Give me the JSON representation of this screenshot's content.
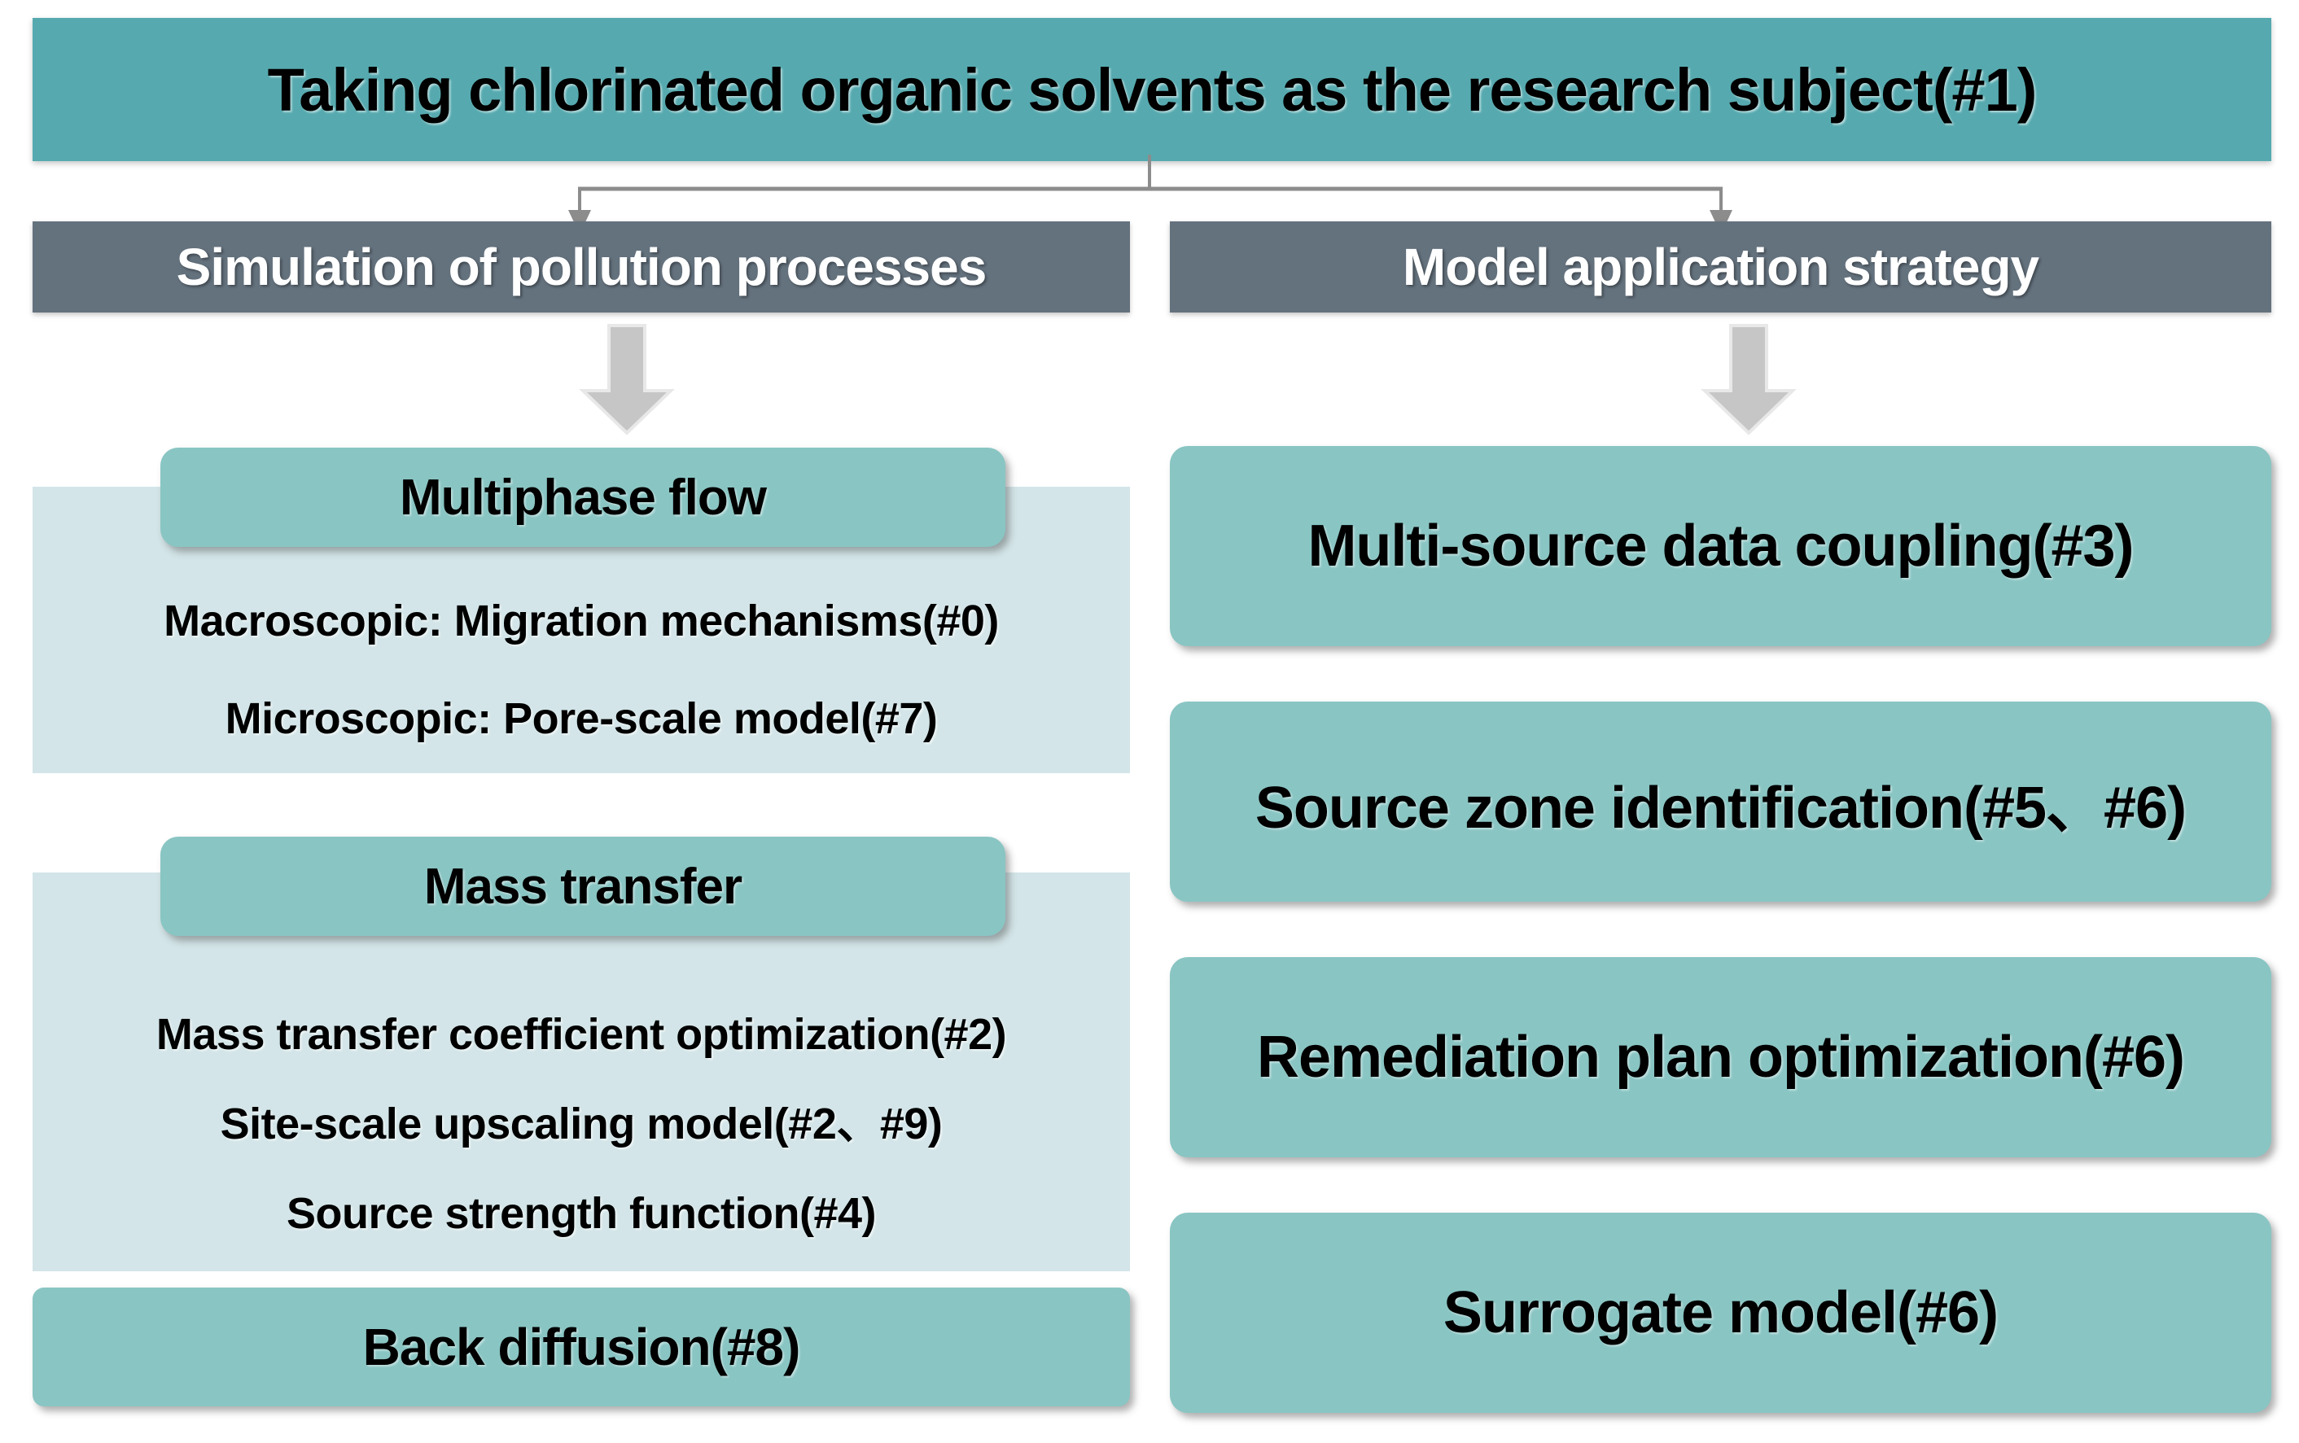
{
  "diagram": {
    "title": "Taking chlorinated organic solvents as the research subject(#1)",
    "colors": {
      "title_bar": "#56AAAF",
      "section_header": "#64727E",
      "card_teal": "#89C5C3",
      "panel_light_blue": "#D3E5E8",
      "block_arrow_gray": "#C6C6C6",
      "connector_gray": "#8C8C8C",
      "text_dark": "#000000",
      "text_light": "#FFFFFF"
    },
    "columns": {
      "left": {
        "header": "Simulation of pollution processes",
        "groups": [
          {
            "header": "Multiphase flow",
            "items": [
              "Macroscopic: Migration mechanisms(#0)",
              "Microscopic: Pore-scale model(#7)"
            ]
          },
          {
            "header": "Mass transfer",
            "items": [
              "Mass transfer coefficient optimization(#2)",
              "Site-scale upscaling model(#2、#9)",
              "Source strength function(#4)"
            ]
          }
        ],
        "standalone": "Back diffusion(#8)"
      },
      "right": {
        "header": "Model application strategy",
        "cards": [
          "Multi-source data coupling(#3)",
          "Source zone identification(#5、#6)",
          "Remediation plan optimization(#6)",
          "Surrogate model(#6)"
        ]
      }
    },
    "icons": {
      "branch_connector": "branch-connector-icon",
      "down_block_arrow": "down-block-arrow-icon"
    }
  }
}
